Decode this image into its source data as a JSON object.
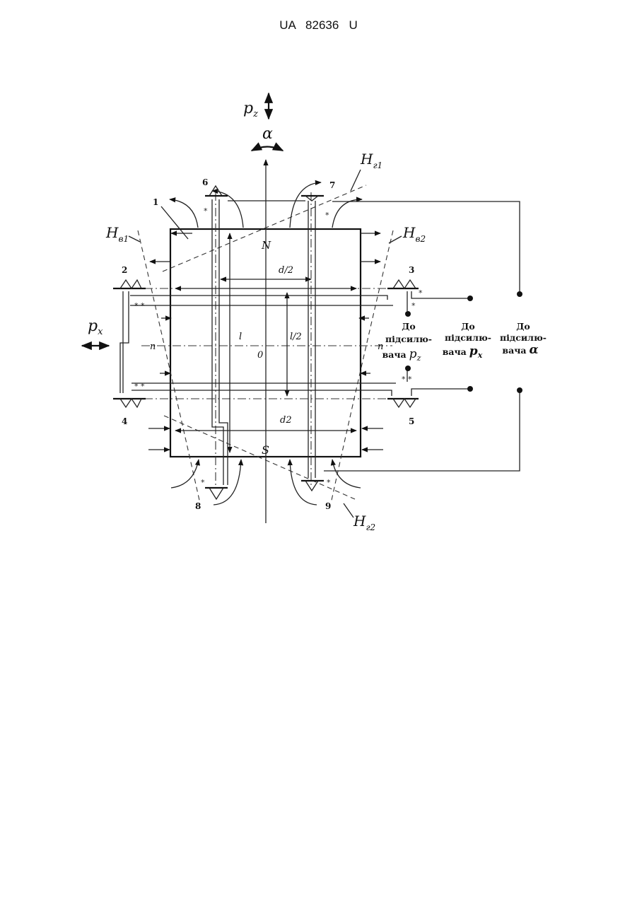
{
  "header": {
    "text": "UA   82636   U"
  },
  "labels": {
    "pz_p": "p",
    "pz_sub": "z",
    "alpha": "α",
    "px_p": "p",
    "px_sub": "x",
    "hg1_h": "H",
    "hg1_sub": "г1",
    "hv1_h": "H",
    "hv1_sub": "в1",
    "hv2_h": "H",
    "hv2_sub": "в2",
    "hg2_h": "H",
    "hg2_sub": "г2",
    "N": "N",
    "S": "S",
    "n_left": "n",
    "n_right": "n",
    "zero": "0",
    "d_half": "d/2",
    "l": "l",
    "l_half": "l/2",
    "d2": "d2",
    "star": "*",
    "double_star": "* *"
  },
  "sensors": [
    "1",
    "2",
    "3",
    "4",
    "5",
    "6",
    "7",
    "8",
    "9"
  ],
  "amplifier_captions": {
    "pz": {
      "line1": "До",
      "line2": "підсилю-",
      "line3": "вача",
      "sym_p": "p",
      "sym_sub": "z"
    },
    "px": {
      "line1": "До",
      "line2": "підсилю-",
      "line3": "вача",
      "sym_p": "p",
      "sym_sub": "x"
    },
    "alpha": {
      "line1": "До",
      "line2": "підсилю-",
      "line3": "вача",
      "sym": "α"
    }
  }
}
